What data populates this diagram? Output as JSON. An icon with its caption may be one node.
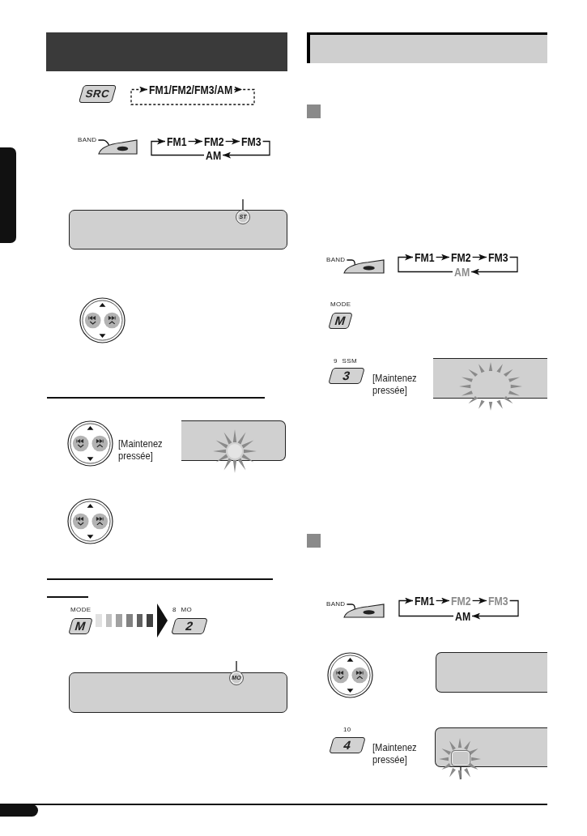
{
  "diagram": {
    "nodes": [
      {
        "text": [
          "SRC"
        ]
      },
      {
        "text": [
          "FM1/FM2/FM3/AM"
        ]
      },
      {
        "text": [
          "BAND"
        ]
      },
      {
        "text": [],
        "shape": "picture"
      },
      {
        "text": [
          "FM1"
        ]
      },
      {
        "text": [
          "FM2"
        ]
      },
      {
        "text": [
          "FM3"
        ]
      },
      {
        "text": [
          "AM"
        ]
      },
      {
        "text": [],
        "shape": "box"
      },
      {
        "text": [
          "ST"
        ],
        "in": 8
      },
      {
        "text": [],
        "shape": "picture"
      },
      {
        "text": [],
        "shape": "picture",
        "beside": [
          "[Maintenez pressée]"
        ]
      },
      {
        "text": [],
        "shape": "box"
      },
      {
        "text": [],
        "shape": "picture"
      },
      {
        "text": [
          "MODE",
          "M"
        ]
      },
      {
        "text": [
          "8 MO",
          "2"
        ]
      },
      {
        "text": [],
        "shape": "box"
      },
      {
        "text": [
          "MO"
        ],
        "in": 16
      },
      {
        "text": [
          "BAND"
        ]
      },
      {
        "text": [],
        "shape": "picture"
      },
      {
        "text": [
          "FM1"
        ]
      },
      {
        "text": [
          "FM2"
        ]
      },
      {
        "text": [
          "FM3"
        ]
      },
      {
        "text": [
          "AM"
        ]
      },
      {
        "text": [
          "MODE",
          "M"
        ]
      },
      {
        "text": [
          "9 SSM",
          "3"
        ],
        "beside": [
          "[Maintenez pressée]"
        ]
      },
      {
        "text": [],
        "shape": "box"
      },
      {
        "text": [
          "BAND"
        ]
      },
      {
        "text": [],
        "shape": "picture"
      },
      {
        "text": [
          "FM1"
        ]
      },
      {
        "text": [
          "FM2"
        ]
      },
      {
        "text": [
          "FM3"
        ]
      },
      {
        "text": [
          "AM"
        ]
      },
      {
        "text": [],
        "shape": "picture"
      },
      {
        "text": [],
        "shape": "box"
      },
      {
        "text": [
          "10",
          "4"
        ],
        "beside": [
          "[Maintenez pressée]"
        ]
      },
      {
        "text": [],
        "shape": "box"
      },
      {
        "text": [],
        "shape": "box",
        "in": 36
      },
      {
        "text": [],
        "shape": "bar"
      }
    ],
    "edges": [
      {
        "from": 1,
        "to": 1,
        "arrow": "to",
        "style": "dashed"
      },
      {
        "from": 2,
        "to": 3,
        "arrow": "none"
      },
      {
        "from": 4,
        "to": 5,
        "arrow": "to"
      },
      {
        "from": 5,
        "to": 6,
        "arrow": "to"
      },
      {
        "from": 6,
        "to": 7,
        "arrow": "to"
      },
      {
        "from": 7,
        "to": 4,
        "arrow": "to"
      },
      {
        "from": null,
        "to": 9,
        "arrow": "none"
      },
      {
        "from": 14,
        "to": 15,
        "arrow": "to",
        "style": "thick"
      },
      {
        "from": null,
        "to": 17,
        "arrow": "none"
      },
      {
        "from": 18,
        "to": 19,
        "arrow": "none"
      },
      {
        "from": 20,
        "to": 21,
        "arrow": "to"
      },
      {
        "from": 21,
        "to": 22,
        "arrow": "to"
      },
      {
        "from": 22,
        "to": 23,
        "arrow": "to"
      },
      {
        "from": 23,
        "to": 20,
        "arrow": "to"
      },
      {
        "from": 27,
        "to": 28,
        "arrow": "none"
      },
      {
        "from": 29,
        "to": 30,
        "arrow": "to"
      },
      {
        "from": 30,
        "to": 31,
        "arrow": "to"
      },
      {
        "from": 31,
        "to": 32,
        "arrow": "to"
      },
      {
        "from": 32,
        "to": 29,
        "arrow": "to"
      },
      {
        "from": null,
        "to": 37,
        "arrow": "none"
      }
    ]
  }
}
